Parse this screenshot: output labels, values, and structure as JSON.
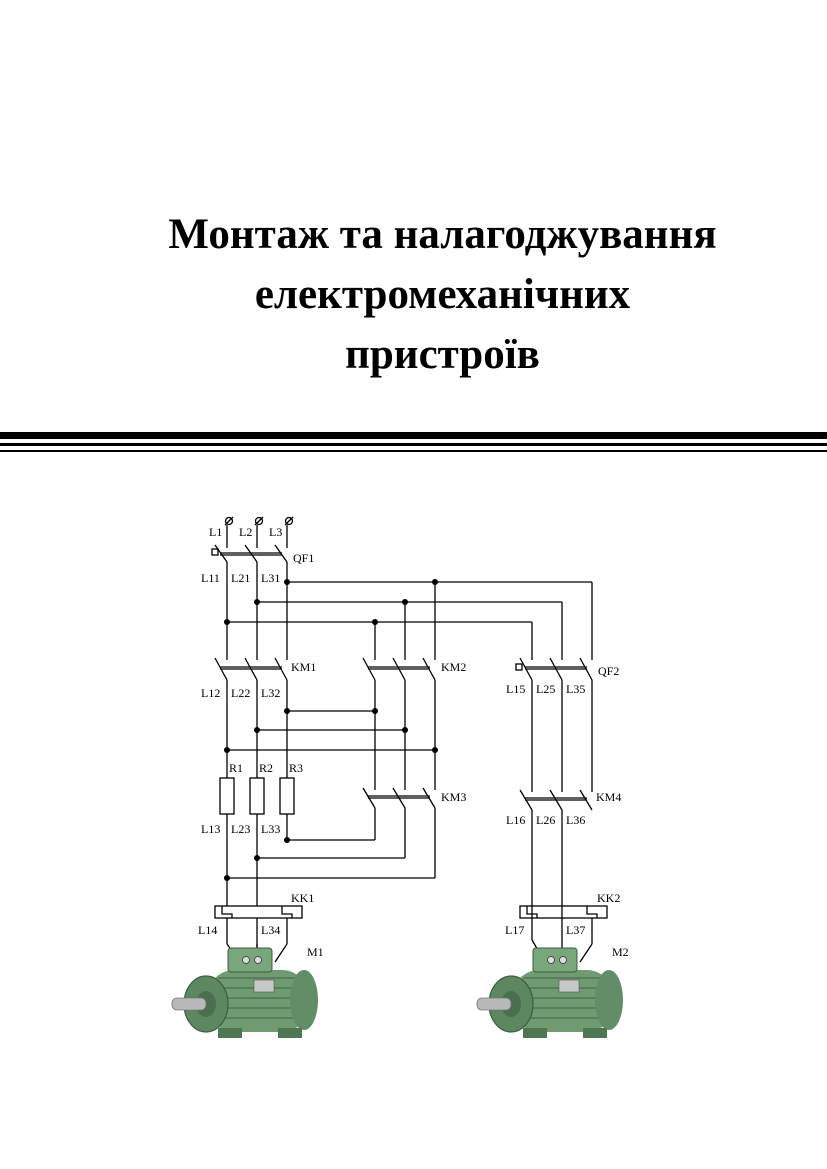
{
  "title": {
    "lines": [
      "Монтаж та налагоджування",
      "електромеханічних",
      "пристроїв"
    ]
  },
  "colors": {
    "motor_body": "#6f9a72",
    "motor_dark": "#3d5c41",
    "motor_shaft": "#b9b9b9",
    "line": "#000000"
  },
  "schematic": {
    "phases": [
      "L1",
      "L2",
      "L3"
    ],
    "breaker_main": "QF1",
    "breaker_branch": "QF2",
    "contactors": [
      "KM1",
      "KM2",
      "KM3",
      "KM4"
    ],
    "resistors": [
      "R1",
      "R2",
      "R3"
    ],
    "thermal_relays": [
      "KK1",
      "KK2"
    ],
    "motors": [
      "M1",
      "M2"
    ],
    "wire_labels": {
      "main": [
        "L11",
        "L21",
        "L31"
      ],
      "km1_out": [
        "L12",
        "L22",
        "L32"
      ],
      "res_out": [
        "L13",
        "L23",
        "L33"
      ],
      "m1_left": "L14",
      "m1_right": "L34",
      "qf2_out": [
        "L15",
        "L25",
        "L35"
      ],
      "km4_out": [
        "L16",
        "L26",
        "L36"
      ],
      "m2_left": "L17",
      "m2_right": "L37"
    }
  }
}
